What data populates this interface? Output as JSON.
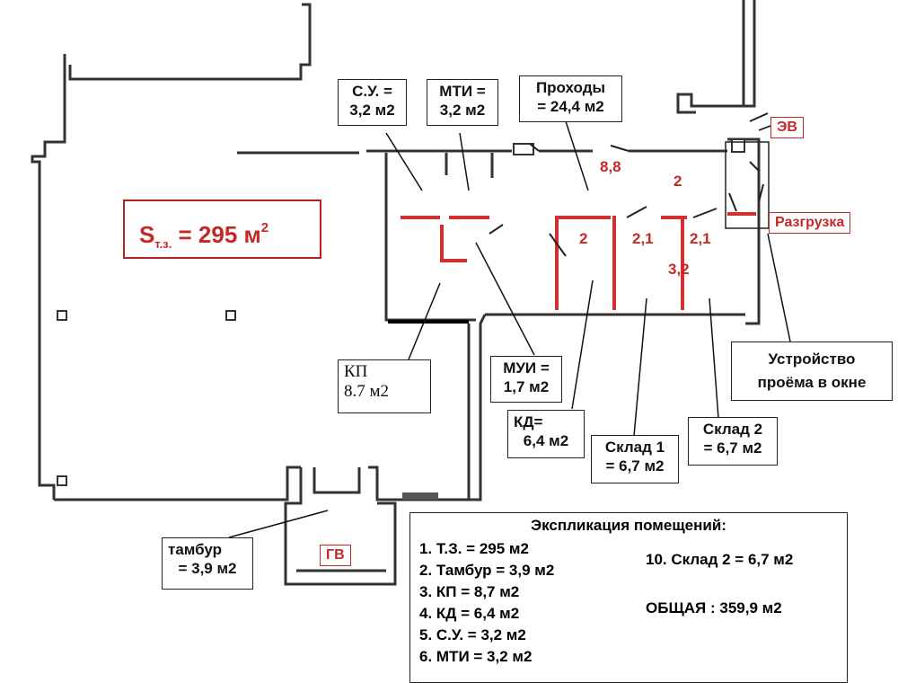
{
  "area_badge": {
    "prefix": "S",
    "sub": "т.з.",
    "mid": "=  295 м",
    "sup": "2"
  },
  "rooms": {
    "su": [
      "С.У. =",
      "3,2 м2"
    ],
    "mti": [
      "МТИ =",
      "3,2 м2"
    ],
    "prohody": [
      "Проходы",
      "= 24,4 м2"
    ],
    "kp": [
      "КП",
      "8.7 м2"
    ],
    "mui": [
      "МУИ =",
      "1,7 м2"
    ],
    "kd": [
      "КД=",
      "6,4 м2"
    ],
    "sklad1": [
      "Склад 1",
      "= 6,7 м2"
    ],
    "sklad2": [
      "Склад 2",
      "= 6,7 м2"
    ],
    "ustroistvo": [
      "Устройство",
      "проёма в окне"
    ],
    "tambur": [
      "тамбур",
      "= 3,9 м2"
    ]
  },
  "tags": {
    "ev": "ЭВ",
    "razgruzka": "Разгрузка",
    "gv": "ГВ"
  },
  "room_numbers": {
    "n88": "8,8",
    "n2_top": "2",
    "n2_left": "2",
    "n21a": "2,1",
    "n21b": "2,1",
    "n32": "3,2"
  },
  "explication": {
    "title": "Экспликация помещений:",
    "items": [
      "1. Т.З. = 295 м2",
      "2. Тамбур = 3,9 м2",
      "3. КП = 8,7 м2",
      "4. КД = 6,4 м2",
      "5. С.У. = 3,2 м2",
      "6. МТИ = 3,2 м2"
    ],
    "item10": "10. Склад 2 = 6,7 м2",
    "total": "ОБЩАЯ : 359,9 м2"
  },
  "colors": {
    "wall": "#333333",
    "partition": "#d32f2f",
    "accent": "#c62828"
  }
}
